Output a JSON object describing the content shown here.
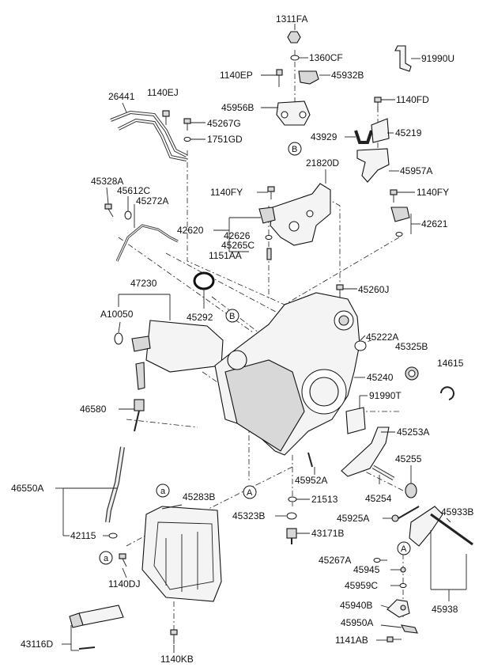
{
  "labels": {
    "p1311FA": "1311FA",
    "p1360CF": "1360CF",
    "p91990U": "91990U",
    "p1140EP": "1140EP",
    "p45932B": "45932B",
    "p26441": "26441",
    "p1140EJ": "1140EJ",
    "p1140FD": "1140FD",
    "p45956B": "45956B",
    "p45267G": "45267G",
    "p1751GD": "1751GD",
    "p43929": "43929",
    "p45219": "45219",
    "p21820D": "21820D",
    "p45957A": "45957A",
    "p45328A": "45328A",
    "p45612C": "45612C",
    "p45272A": "45272A",
    "p1140FY_a": "1140FY",
    "p1140FY_b": "1140FY",
    "p42620": "42620",
    "p42626": "42626",
    "p42621": "42621",
    "p45265C": "45265C",
    "p1151AA": "1151AA",
    "p47230": "47230",
    "p45260J": "45260J",
    "pA10050": "A10050",
    "p45292": "45292",
    "p45222A": "45222A",
    "p45325B": "45325B",
    "p14615": "14615",
    "p45240": "45240",
    "p91990T": "91990T",
    "p46580": "46580",
    "p45253A": "45253A",
    "p45952A": "45952A",
    "p45255": "45255",
    "p21513": "21513",
    "p45254": "45254",
    "p45283B": "45283B",
    "p45933B": "45933B",
    "p46550A": "46550A",
    "p45323B": "45323B",
    "p45925A": "45925A",
    "p42115": "42115",
    "p43171B": "43171B",
    "p1140DJ": "1140DJ",
    "p45267A": "45267A",
    "p45945": "45945",
    "p45959C": "45959C",
    "p45938": "45938",
    "p45940B": "45940B",
    "p1140KB": "1140KB",
    "p45950A": "45950A",
    "p43116D": "43116D",
    "p1141AB": "1141AB"
  },
  "markers": {
    "b_upper": "B",
    "b_case": "B",
    "a_case": "A",
    "a_pan_top": "a",
    "a_pan_left": "a",
    "a_lower": "A"
  }
}
